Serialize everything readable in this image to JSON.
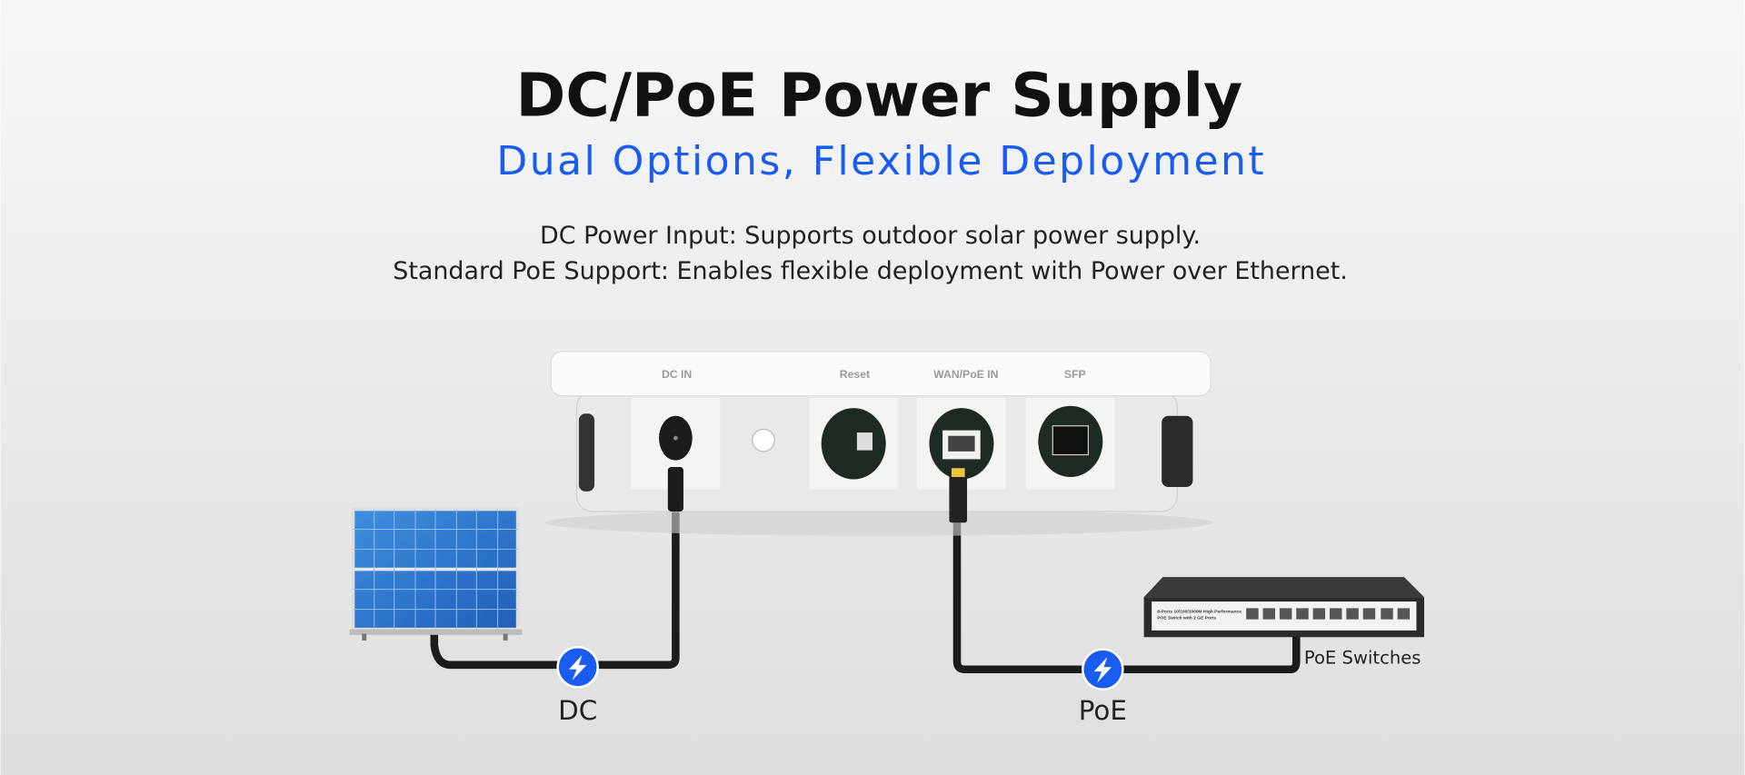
{
  "header": {
    "title": "DC/PoE Power Supply",
    "subtitle": "Dual Options, Flexible Deployment"
  },
  "description": [
    "DC Power Input: Supports outdoor solar power supply.",
    "Standard PoE Support: Enables flexible deployment with Power over Ethernet."
  ],
  "device": {
    "ports": [
      "DC IN",
      "Reset",
      "WAN/PoE IN",
      "SFP"
    ]
  },
  "switch": {
    "label": "PoE Switches",
    "front_text": [
      "8-Ports 10/100/1000M High Performance",
      "POE Switch with 2 GE Ports"
    ]
  },
  "connections": {
    "dc_label": "DC",
    "poe_label": "PoE"
  },
  "colors": {
    "accent": "#1a5cf0",
    "background": "#e6e6e6"
  }
}
